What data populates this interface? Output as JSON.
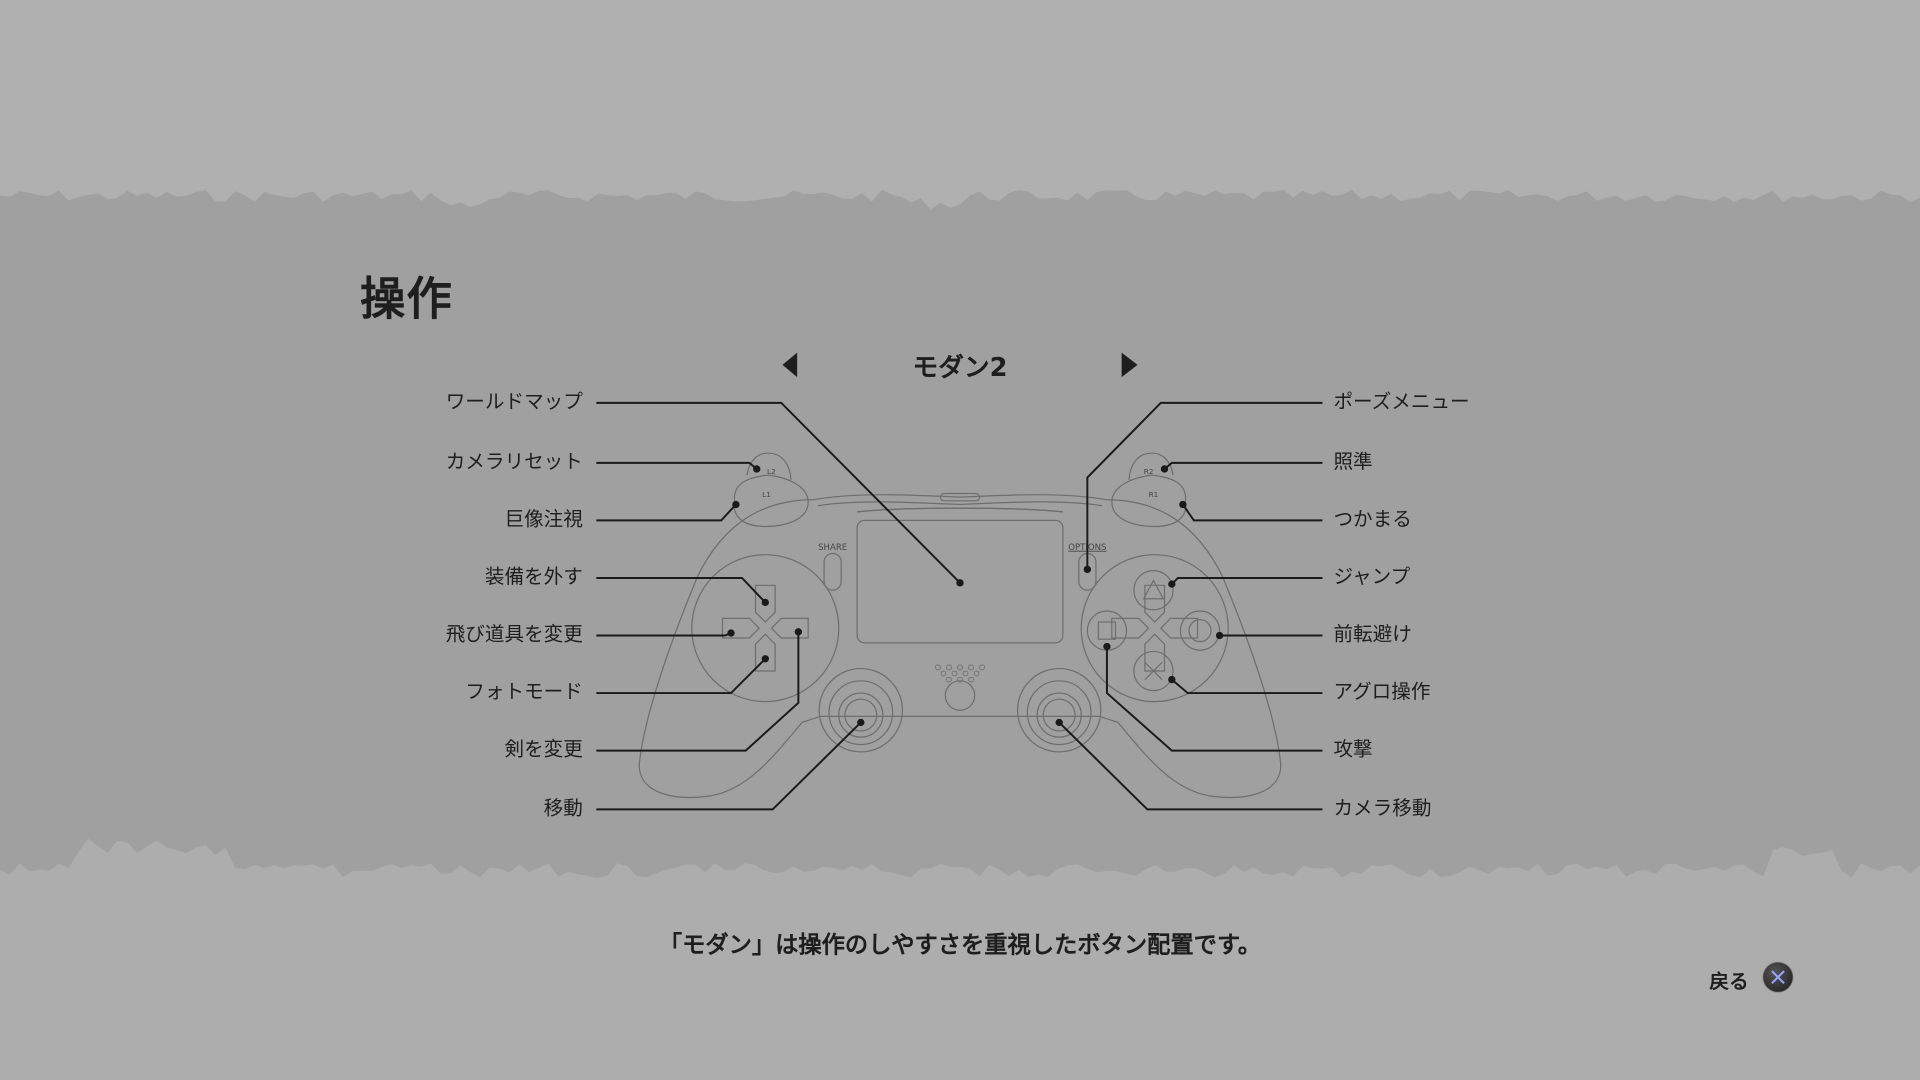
{
  "page": {
    "title": "操作"
  },
  "scheme_selector": {
    "current": "モダン2",
    "prev_icon": "triangle-left-icon",
    "next_icon": "triangle-right-icon"
  },
  "controller": {
    "labels": {
      "share": "SHARE",
      "options": "OPTIONS",
      "l1": "L1",
      "l2": "L2",
      "r1": "R1",
      "r2": "R2"
    }
  },
  "left_bindings": [
    "ワールドマップ",
    "カメラリセット",
    "巨像注視",
    "装備を外す",
    "飛び道具を変更",
    "フォトモード",
    "剣を変更",
    "移動"
  ],
  "right_bindings": [
    "ポーズメニュー",
    "照準",
    "つかまる",
    "ジャンプ",
    "前転避け",
    "アグロ操作",
    "攻撃",
    "カメラ移動"
  ],
  "description": "「モダン」は操作のしやすさを重視したボタン配置です。",
  "footer": {
    "back_label": "戻る",
    "back_icon": "cross-button-icon"
  },
  "colors": {
    "band_top": "#b0b0b0",
    "band_mid": "#a0a0a0",
    "band_bottom": "#adadad",
    "text": "#1e1e1e"
  }
}
